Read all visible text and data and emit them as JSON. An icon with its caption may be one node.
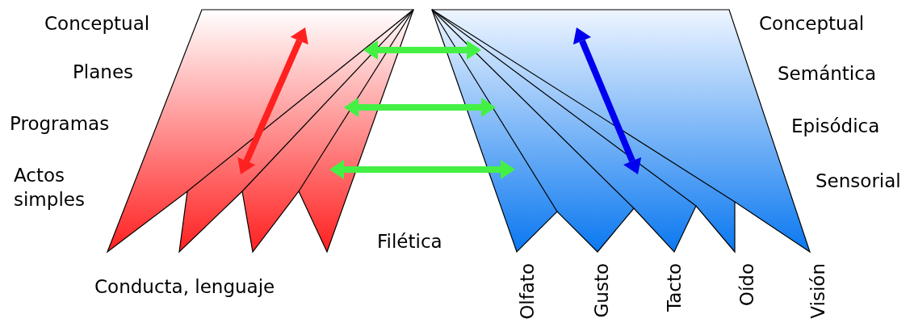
{
  "diagram": {
    "labels": [
      "Conceptual",
      "Planes",
      "Programas",
      "Actos simples",
      "Conducta, lenguaje",
      "Filética",
      "Conceptual",
      "Semántica",
      "Episódica",
      "Sensorial",
      "Olfato",
      "Gusto",
      "Tacto",
      "Oído",
      "Visión"
    ]
  }
}
